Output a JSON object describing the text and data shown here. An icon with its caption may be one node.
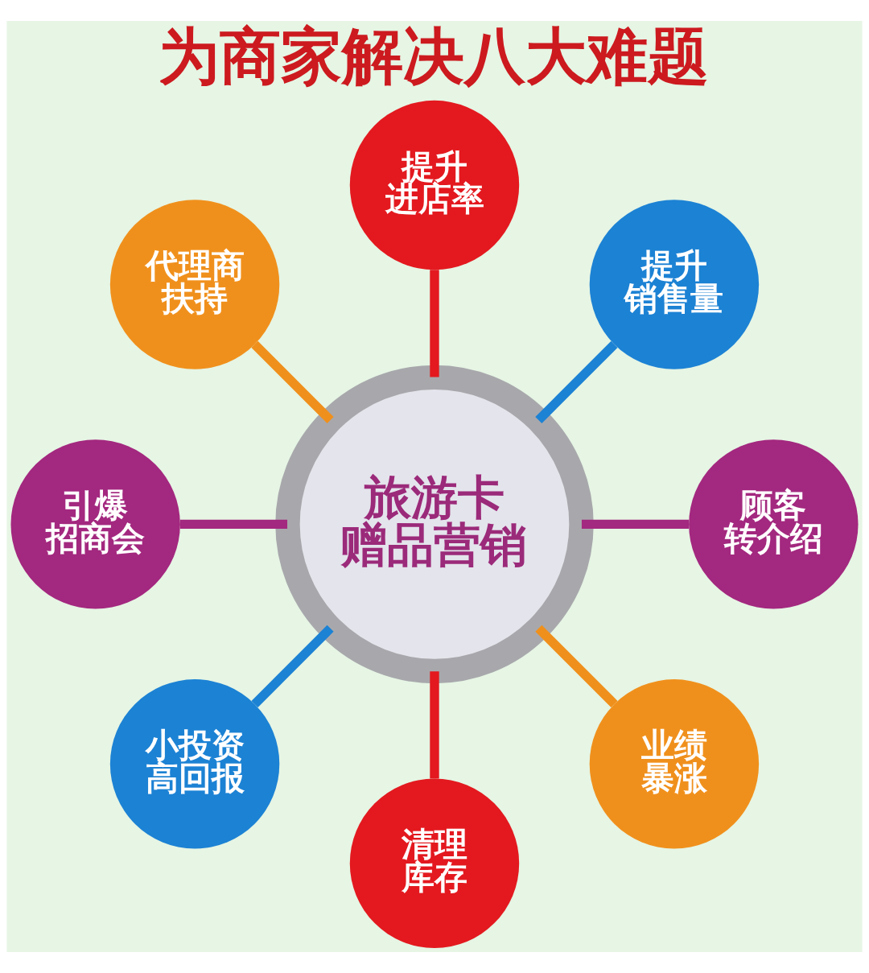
{
  "diagram": {
    "title": "为商家解决八大难题",
    "nodes": [
      {
        "text": [
          "旅游卡赠品营销"
        ]
      },
      {
        "text": [
          "提升进店率"
        ]
      },
      {
        "text": [
          "代理商扶持"
        ]
      },
      {
        "text": [
          "引爆招商会"
        ]
      },
      {
        "text": [
          "小投资高回报"
        ]
      },
      {
        "text": [
          "清理库存"
        ]
      },
      {
        "text": [
          "业绩暴涨"
        ]
      },
      {
        "text": [
          "顾客转介绍"
        ]
      },
      {
        "text": [
          "提升销售量"
        ]
      }
    ],
    "edges": [
      {
        "from": 0,
        "to": 1,
        "arrow": "none",
        "color": "#e3191f"
      },
      {
        "from": 0,
        "to": 2,
        "arrow": "none",
        "color": "#f0901c"
      },
      {
        "from": 0,
        "to": 3,
        "arrow": "none",
        "color": "#a3287f"
      },
      {
        "from": 0,
        "to": 4,
        "arrow": "none",
        "color": "#1c82d4"
      },
      {
        "from": 0,
        "to": 5,
        "arrow": "none",
        "color": "#e3191f"
      },
      {
        "from": 0,
        "to": 6,
        "arrow": "none",
        "color": "#f0901c"
      },
      {
        "from": 0,
        "to": 7,
        "arrow": "none",
        "color": "#a3287f"
      },
      {
        "from": 0,
        "to": 8,
        "arrow": "none",
        "color": "#1c82d4"
      }
    ]
  }
}
